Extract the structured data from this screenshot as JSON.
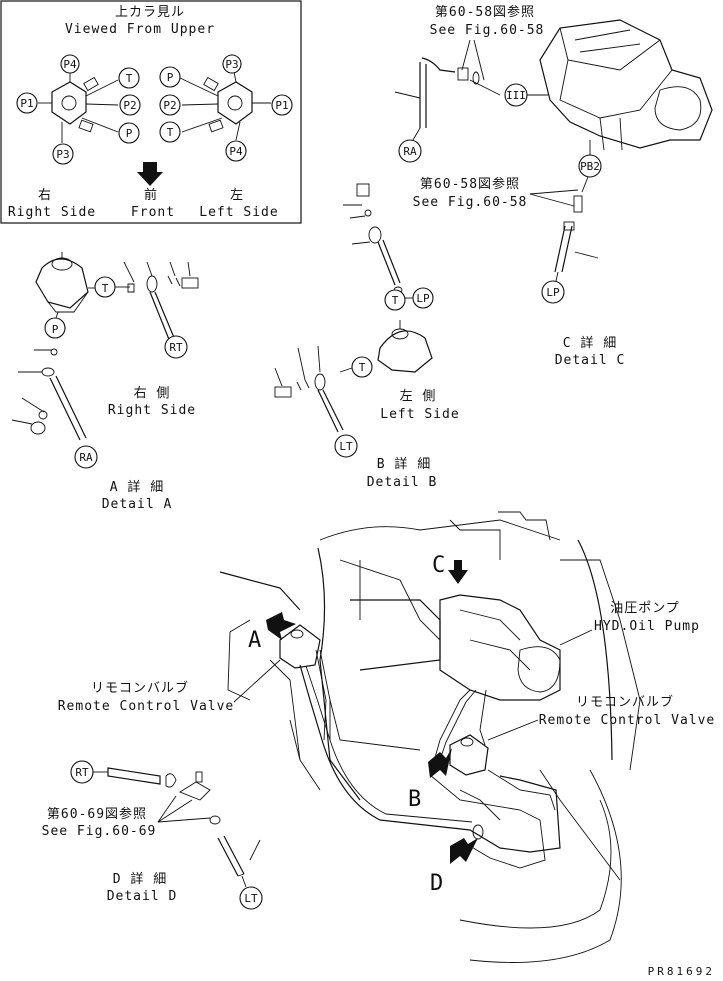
{
  "inset": {
    "title_jp": "上カラ見ル",
    "title_en": "Viewed From Upper",
    "right_jp": "右",
    "right_en": "Right Side",
    "front_jp": "前",
    "front_en": "Front",
    "left_jp": "左",
    "left_en": "Left Side",
    "ports_left": {
      "p4": "P4",
      "p1": "P1",
      "p3": "P3",
      "p2": "P2",
      "t": "T",
      "p": "P"
    },
    "ports_right": {
      "p3": "P3",
      "p1": "P1",
      "p4": "P4",
      "p2": "P2",
      "t": "T",
      "p": "P"
    }
  },
  "detail_a": {
    "side_jp": "右 側",
    "side_en": "Right Side",
    "title_jp": "A 詳 細",
    "title_en": "Detail A",
    "t": "T",
    "p": "P",
    "rt": "RT",
    "ra": "RA"
  },
  "detail_b": {
    "side_jp": "左 側",
    "side_en": "Left Side",
    "title_jp": "B 詳 細",
    "title_en": "Detail B",
    "t1": "T",
    "t2": "T",
    "lp": "LP",
    "lt": "LT"
  },
  "detail_c": {
    "ref1_jp": "第60-58図参照",
    "ref1_en": "See Fig.60-58",
    "ref2_jp": "第60-58図参照",
    "ref2_en": "See Fig.60-58",
    "title_jp": "C 詳 細",
    "title_en": "Detail C",
    "ra": "RA",
    "pb2": "PB2",
    "lp": "LP",
    "m": "III"
  },
  "detail_d": {
    "ref_jp": "第60-69図参照",
    "ref_en": "See Fig.60-69",
    "title_jp": "D 詳 細",
    "title_en": "Detail D",
    "rt": "RT",
    "lt": "LT"
  },
  "main": {
    "pump_jp": "油圧ポンプ",
    "pump_en": "HYD.Oil Pump",
    "rcv_left_jp": "リモコンバルブ",
    "rcv_left_en": "Remote Control Valve",
    "rcv_right_jp": "リモコンバルブ",
    "rcv_right_en": "Remote Control Valve",
    "letter_a": "A",
    "letter_b": "B",
    "letter_c": "C",
    "letter_d": "D"
  },
  "drawing_number": "PR81692"
}
